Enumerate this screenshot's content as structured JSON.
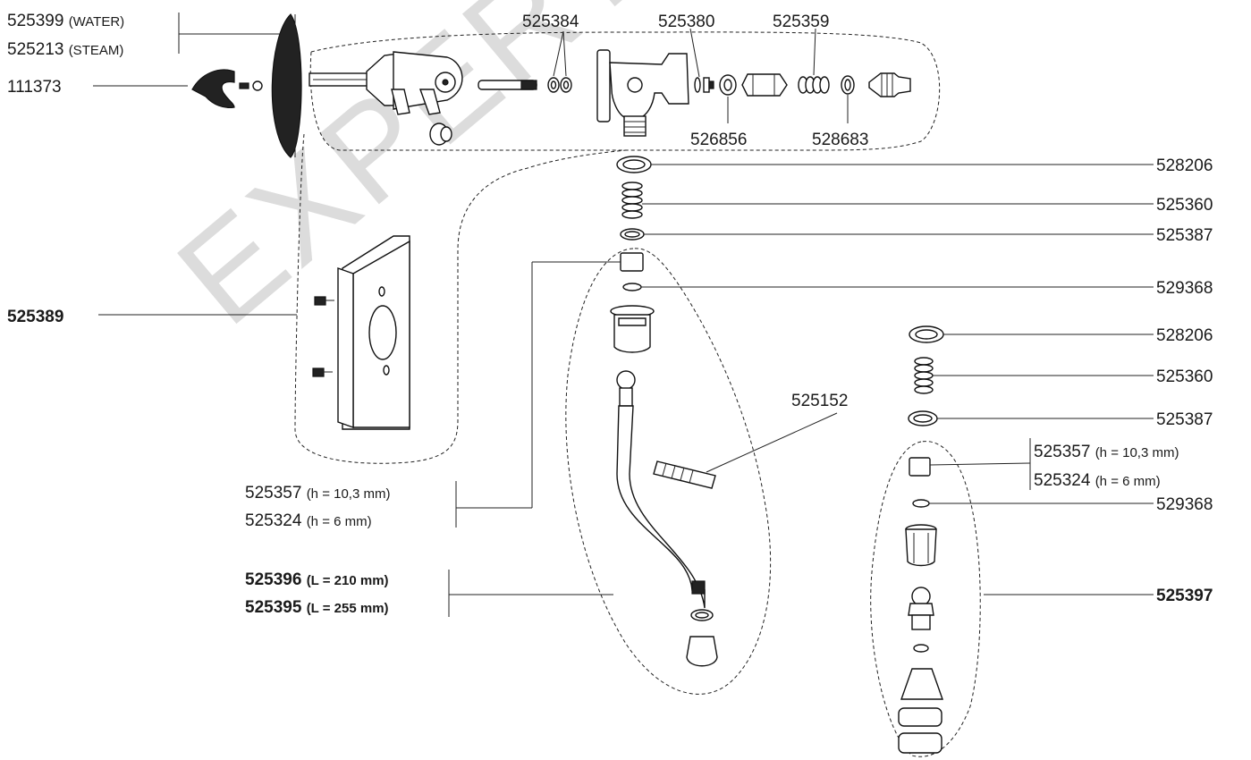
{
  "watermark": "EXPERT",
  "labels": {
    "tl_water": "525399",
    "tl_water_note": "(WATER)",
    "tl_steam": "525213",
    "tl_steam_note": "(STEAM)",
    "knob_screw": "111373",
    "top_525384": "525384",
    "top_525380": "525380",
    "top_525359": "525359",
    "top_526856": "526856",
    "top_528683": "528683",
    "plate_kit": "525389",
    "r_528206_a": "528206",
    "r_525360_a": "525360",
    "r_525387_a": "525387",
    "r_529368_a": "529368",
    "r_528206_b": "528206",
    "r_525360_b": "525360",
    "r_525387_b": "525387",
    "mid_525152": "525152",
    "r2_525357": "525357",
    "r2_525357_note": "(h = 10,3 mm)",
    "r2_525324": "525324",
    "r2_525324_note": "(h = 6 mm)",
    "r_529368_b": "529368",
    "r_525397": "525397",
    "l_525357": "525357",
    "l_525357_note": "(h = 10,3 mm)",
    "l_525324": "525324",
    "l_525324_note": "(h = 6 mm)",
    "l_525396": "525396",
    "l_525396_note": "(L = 210 mm)",
    "l_525395": "525395",
    "l_525395_note": "(L = 255 mm)"
  }
}
